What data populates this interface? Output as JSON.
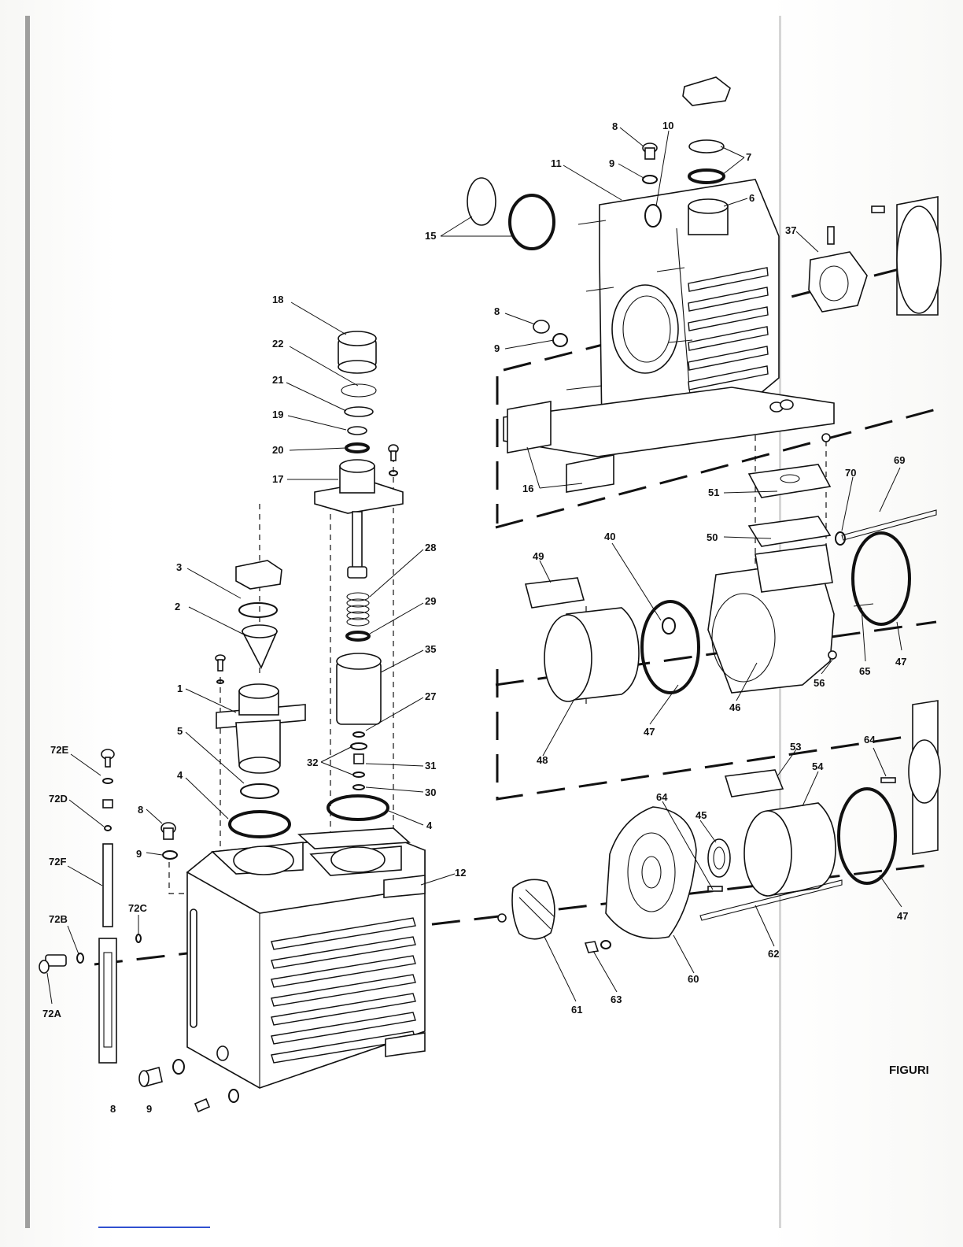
{
  "figure_caption": "FIGURI",
  "callouts": [
    {
      "id": "c72E",
      "text": "72E"
    },
    {
      "id": "c72D",
      "text": "72D"
    },
    {
      "id": "c72F",
      "text": "72F"
    },
    {
      "id": "c72C",
      "text": "72C"
    },
    {
      "id": "c72B",
      "text": "72B"
    },
    {
      "id": "c72A",
      "text": "72A"
    },
    {
      "id": "c18",
      "text": "18"
    },
    {
      "id": "c22",
      "text": "22"
    },
    {
      "id": "c21",
      "text": "21"
    },
    {
      "id": "c19",
      "text": "19"
    },
    {
      "id": "c20",
      "text": "20"
    },
    {
      "id": "c17",
      "text": "17"
    },
    {
      "id": "c28",
      "text": "28"
    },
    {
      "id": "c29",
      "text": "29"
    },
    {
      "id": "c35",
      "text": "35"
    },
    {
      "id": "c27",
      "text": "27"
    },
    {
      "id": "c32",
      "text": "32"
    },
    {
      "id": "c31",
      "text": "31"
    },
    {
      "id": "c30",
      "text": "30"
    },
    {
      "id": "c4a",
      "text": "4"
    },
    {
      "id": "c4b",
      "text": "4"
    },
    {
      "id": "c3",
      "text": "3"
    },
    {
      "id": "c2",
      "text": "2"
    },
    {
      "id": "c1",
      "text": "1"
    },
    {
      "id": "c5",
      "text": "5"
    },
    {
      "id": "c8a",
      "text": "8"
    },
    {
      "id": "c9a",
      "text": "9"
    },
    {
      "id": "c12",
      "text": "12"
    },
    {
      "id": "c8b",
      "text": "8"
    },
    {
      "id": "c9b",
      "text": "9"
    },
    {
      "id": "c8c",
      "text": "8"
    },
    {
      "id": "c9c",
      "text": "9"
    },
    {
      "id": "c10",
      "text": "10"
    },
    {
      "id": "c11",
      "text": "11"
    },
    {
      "id": "c7",
      "text": "7"
    },
    {
      "id": "c6",
      "text": "6"
    },
    {
      "id": "c15",
      "text": "15"
    },
    {
      "id": "c8d",
      "text": "8"
    },
    {
      "id": "c9d",
      "text": "9"
    },
    {
      "id": "c37",
      "text": "37"
    },
    {
      "id": "c16",
      "text": "16"
    },
    {
      "id": "c51",
      "text": "51"
    },
    {
      "id": "c70",
      "text": "70"
    },
    {
      "id": "c69",
      "text": "69"
    },
    {
      "id": "c50",
      "text": "50"
    },
    {
      "id": "c49",
      "text": "49"
    },
    {
      "id": "c40",
      "text": "40"
    },
    {
      "id": "c48",
      "text": "48"
    },
    {
      "id": "c47a",
      "text": "47"
    },
    {
      "id": "c46",
      "text": "46"
    },
    {
      "id": "c56",
      "text": "56"
    },
    {
      "id": "c65",
      "text": "65"
    },
    {
      "id": "c47b",
      "text": "47"
    },
    {
      "id": "c53",
      "text": "53"
    },
    {
      "id": "c54",
      "text": "54"
    },
    {
      "id": "c64a",
      "text": "64"
    },
    {
      "id": "c64b",
      "text": "64"
    },
    {
      "id": "c45",
      "text": "45"
    },
    {
      "id": "c47c",
      "text": "47"
    },
    {
      "id": "c61",
      "text": "61"
    },
    {
      "id": "c63",
      "text": "63"
    },
    {
      "id": "c60",
      "text": "60"
    },
    {
      "id": "c62",
      "text": "62"
    }
  ]
}
